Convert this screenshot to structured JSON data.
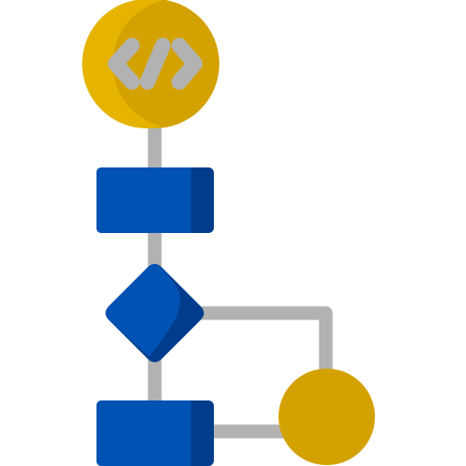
{
  "icon": {
    "name": "code-flowchart-icon",
    "colors": {
      "connector": "#B2B2B2",
      "code_symbol": "#B2B2B2",
      "yellow_main": "#E6B400",
      "yellow_shade": "#D4A200",
      "blue_main": "#0052B4",
      "blue_shade": "#003C8C"
    },
    "nodes": [
      {
        "role": "start",
        "shape": "circle",
        "icon": "code-brackets-icon"
      },
      {
        "role": "process",
        "shape": "rectangle"
      },
      {
        "role": "decision",
        "shape": "diamond"
      },
      {
        "role": "process",
        "shape": "rectangle"
      },
      {
        "role": "end",
        "shape": "circle"
      }
    ]
  }
}
